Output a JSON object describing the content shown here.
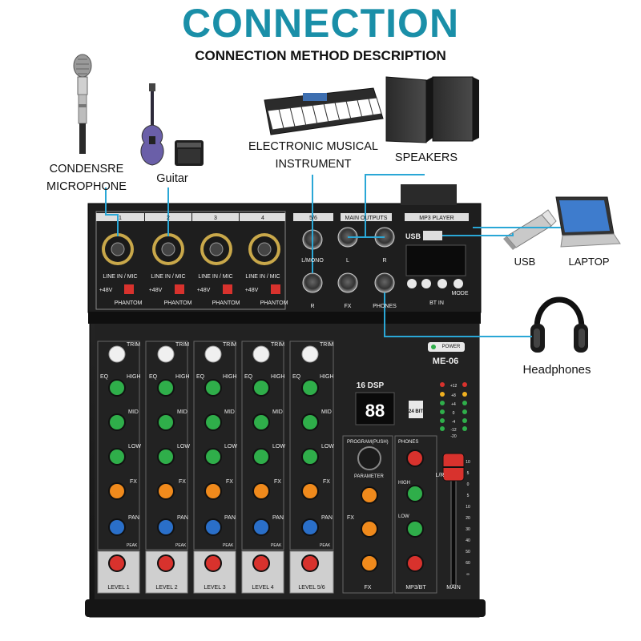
{
  "header": {
    "title": "CONNECTION",
    "subtitle": "CONNECTION METHOD DESCRIPTION"
  },
  "devices": {
    "microphone": {
      "label_line1": "CONDENSRE",
      "label_line2": "MICROPHONE",
      "icon": "microphone-icon"
    },
    "guitar": {
      "label": "Guitar",
      "icon": "guitar-icon"
    },
    "keyboard": {
      "label_line1": "ELECTRONIC MUSICAL",
      "label_line2": "INSTRUMENT",
      "icon": "keyboard-icon"
    },
    "speakers": {
      "label": "SPEAKERS",
      "icon": "speaker-icon"
    },
    "usb": {
      "label": "USB",
      "icon": "usb-drive-icon"
    },
    "laptop": {
      "label": "LAPTOP",
      "icon": "laptop-icon"
    },
    "headphones": {
      "label": "Headphones",
      "icon": "headphones-icon"
    }
  },
  "mixer": {
    "model": "ME-06",
    "dsp_label": "16 DSP",
    "bit_label": "24 BIT",
    "display_value": "88",
    "power_label": "POWER",
    "channel_numbers": [
      "1",
      "2",
      "3",
      "4",
      "5/6"
    ],
    "input_label": "LINE IN / MIC",
    "phantom_label": "PHANTOM",
    "phantom_voltage": "+48V",
    "stereo_labels": [
      "L/MONO",
      "R"
    ],
    "main_outputs_label": "MAIN OUTPUTS",
    "main_output_ports": [
      "L",
      "R"
    ],
    "fx_port": "FX",
    "phones_port": "PHONES",
    "mp3_label": "MP3 PLAYER",
    "usb_port": "USB",
    "mode_label": "MODE",
    "bt_label": "BT IN",
    "trim_label": "TRIM",
    "eq_label": "EQ",
    "eq_bands": [
      "HIGH",
      "MID",
      "LOW"
    ],
    "fx_label": "FX",
    "pan_label": "PAN",
    "peak_label": "PEAK",
    "level_labels": [
      "LEVEL 1",
      "LEVEL 2",
      "LEVEL 3",
      "LEVEL 4",
      "LEVEL 5/6"
    ],
    "program_label": "PROGRAM(PUSH)",
    "parameter_label": "PARAMETER",
    "phones_section": "PHONES",
    "fx_section": "FX",
    "mp3bt_label": "MP3/BT",
    "main_label": "MAIN",
    "lr_label": "L/R",
    "meter_values": [
      "+12",
      "+8",
      "+4",
      "0",
      "-4",
      "-12",
      "-20"
    ],
    "fader_scale": [
      "10",
      "5",
      "0",
      "5",
      "10",
      "20",
      "30",
      "40",
      "50",
      "60",
      "∞"
    ]
  },
  "colors": {
    "title": "#1a8fa8",
    "connector_line": "#2aa7d6",
    "mixer_body": "#1c1c1c",
    "knob_green": "#2fae4a",
    "knob_orange": "#f08a1c",
    "knob_blue": "#2a6fc9",
    "knob_red": "#d8322d"
  }
}
